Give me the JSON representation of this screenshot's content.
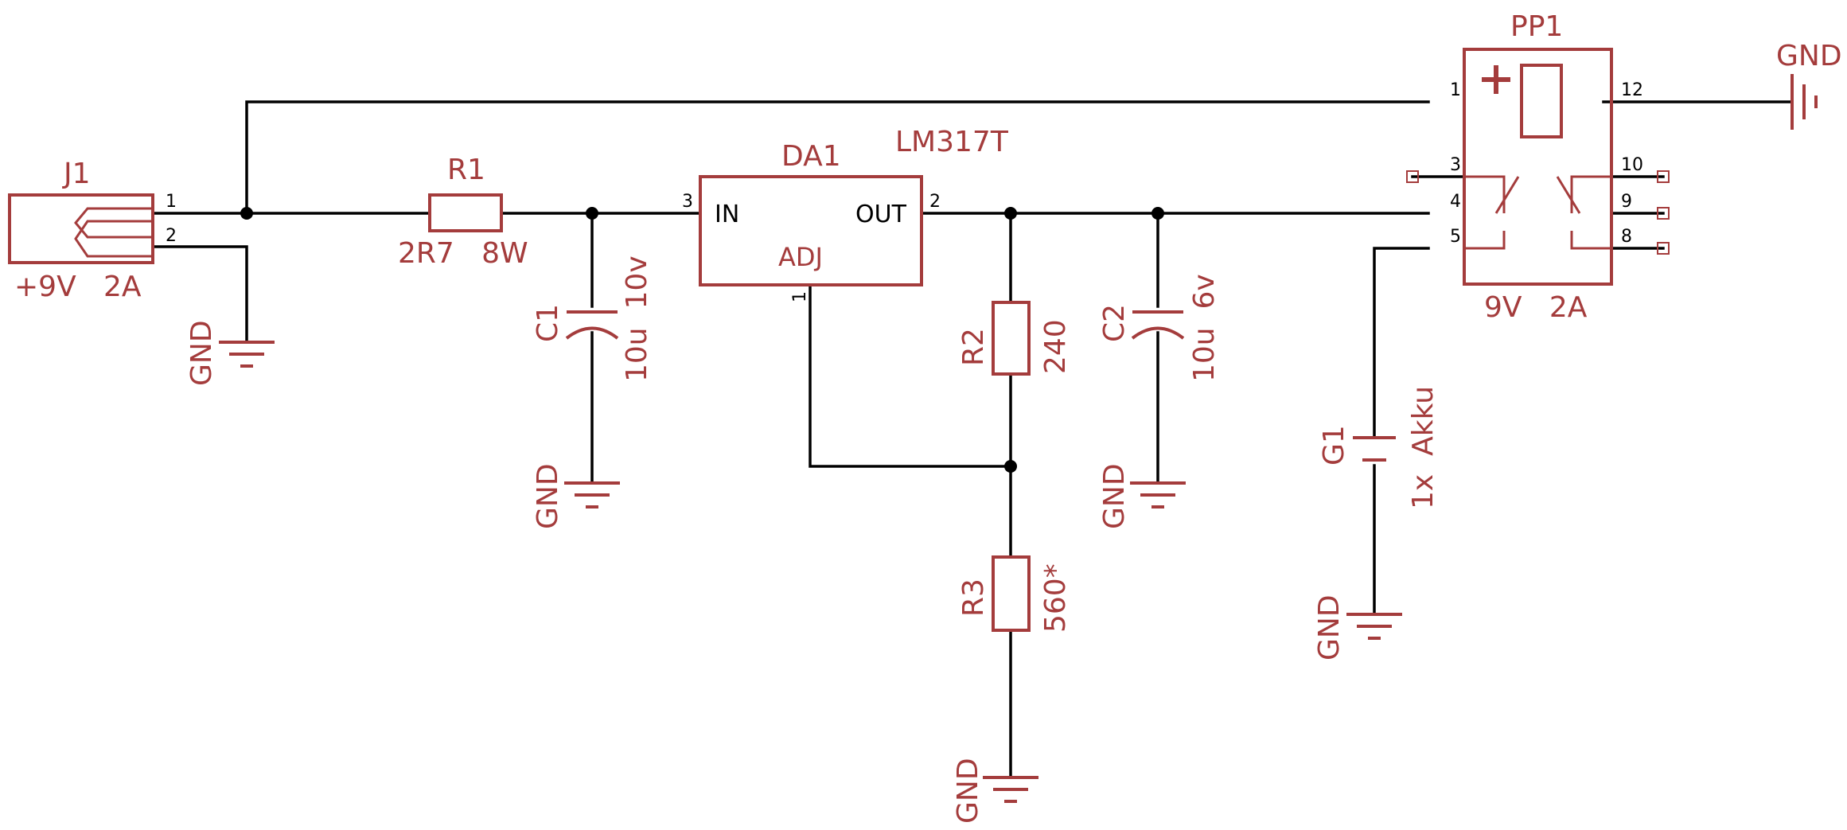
{
  "components": {
    "j1": {
      "ref": "J1",
      "value": "+9V   2A",
      "pins": [
        "1",
        "2"
      ]
    },
    "r1": {
      "ref": "R1",
      "value": "2R7   8W"
    },
    "c1": {
      "ref": "C1",
      "value": "10u  10v"
    },
    "da1": {
      "ref": "DA1",
      "part": "LM317T",
      "pin_in": "IN",
      "pin_out": "OUT",
      "pin_adj": "ADJ",
      "pins": [
        "3",
        "2",
        "1"
      ]
    },
    "r2": {
      "ref": "R2",
      "value": "240"
    },
    "c2": {
      "ref": "C2",
      "value": "10u  6v"
    },
    "r3": {
      "ref": "R3",
      "value": "560*"
    },
    "g1": {
      "ref": "G1",
      "value": "1x  Akku"
    },
    "pp1": {
      "ref": "PP1",
      "value": "9V   2A",
      "pins": [
        "1",
        "12",
        "3",
        "10",
        "4",
        "9",
        "5",
        "8"
      ]
    }
  },
  "gnd_labels": [
    "GND",
    "GND",
    "GND",
    "GND",
    "GND",
    "GND"
  ],
  "colors": {
    "symbol": "#a43c3c",
    "wire": "#000000",
    "background": "#ffffff"
  }
}
